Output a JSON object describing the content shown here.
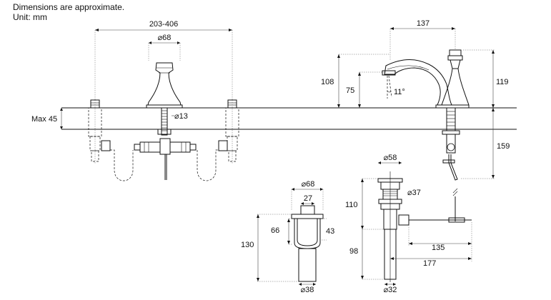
{
  "header": {
    "note": "Dimensions are approximate.",
    "unit": "Unit: mm"
  },
  "labels": {
    "spread": "203-406",
    "handle_diameter": "⌀68",
    "shank_diameter": "⌀13",
    "max_deck": "Max 45",
    "spout_reach": "137",
    "spout_height": "108",
    "spout_outlet_height": "75",
    "spout_angle": "11°",
    "overall_height": "119",
    "below_deck": "159",
    "escutcheon_diameter": "⌀68",
    "escutcheon_inner": "27",
    "escutcheon_height": "66",
    "escutcheon_opening": "43",
    "escutcheon_total": "130",
    "escutcheon_bottom_diameter": "⌀38",
    "drain_top_diameter": "⌀58",
    "drain_flange_diameter": "⌀37",
    "drain_upper_height": "110",
    "drain_lower_height": "98",
    "drain_rod_135": "135",
    "drain_rod_177": "177",
    "drain_bottom_diameter": "⌀32"
  }
}
